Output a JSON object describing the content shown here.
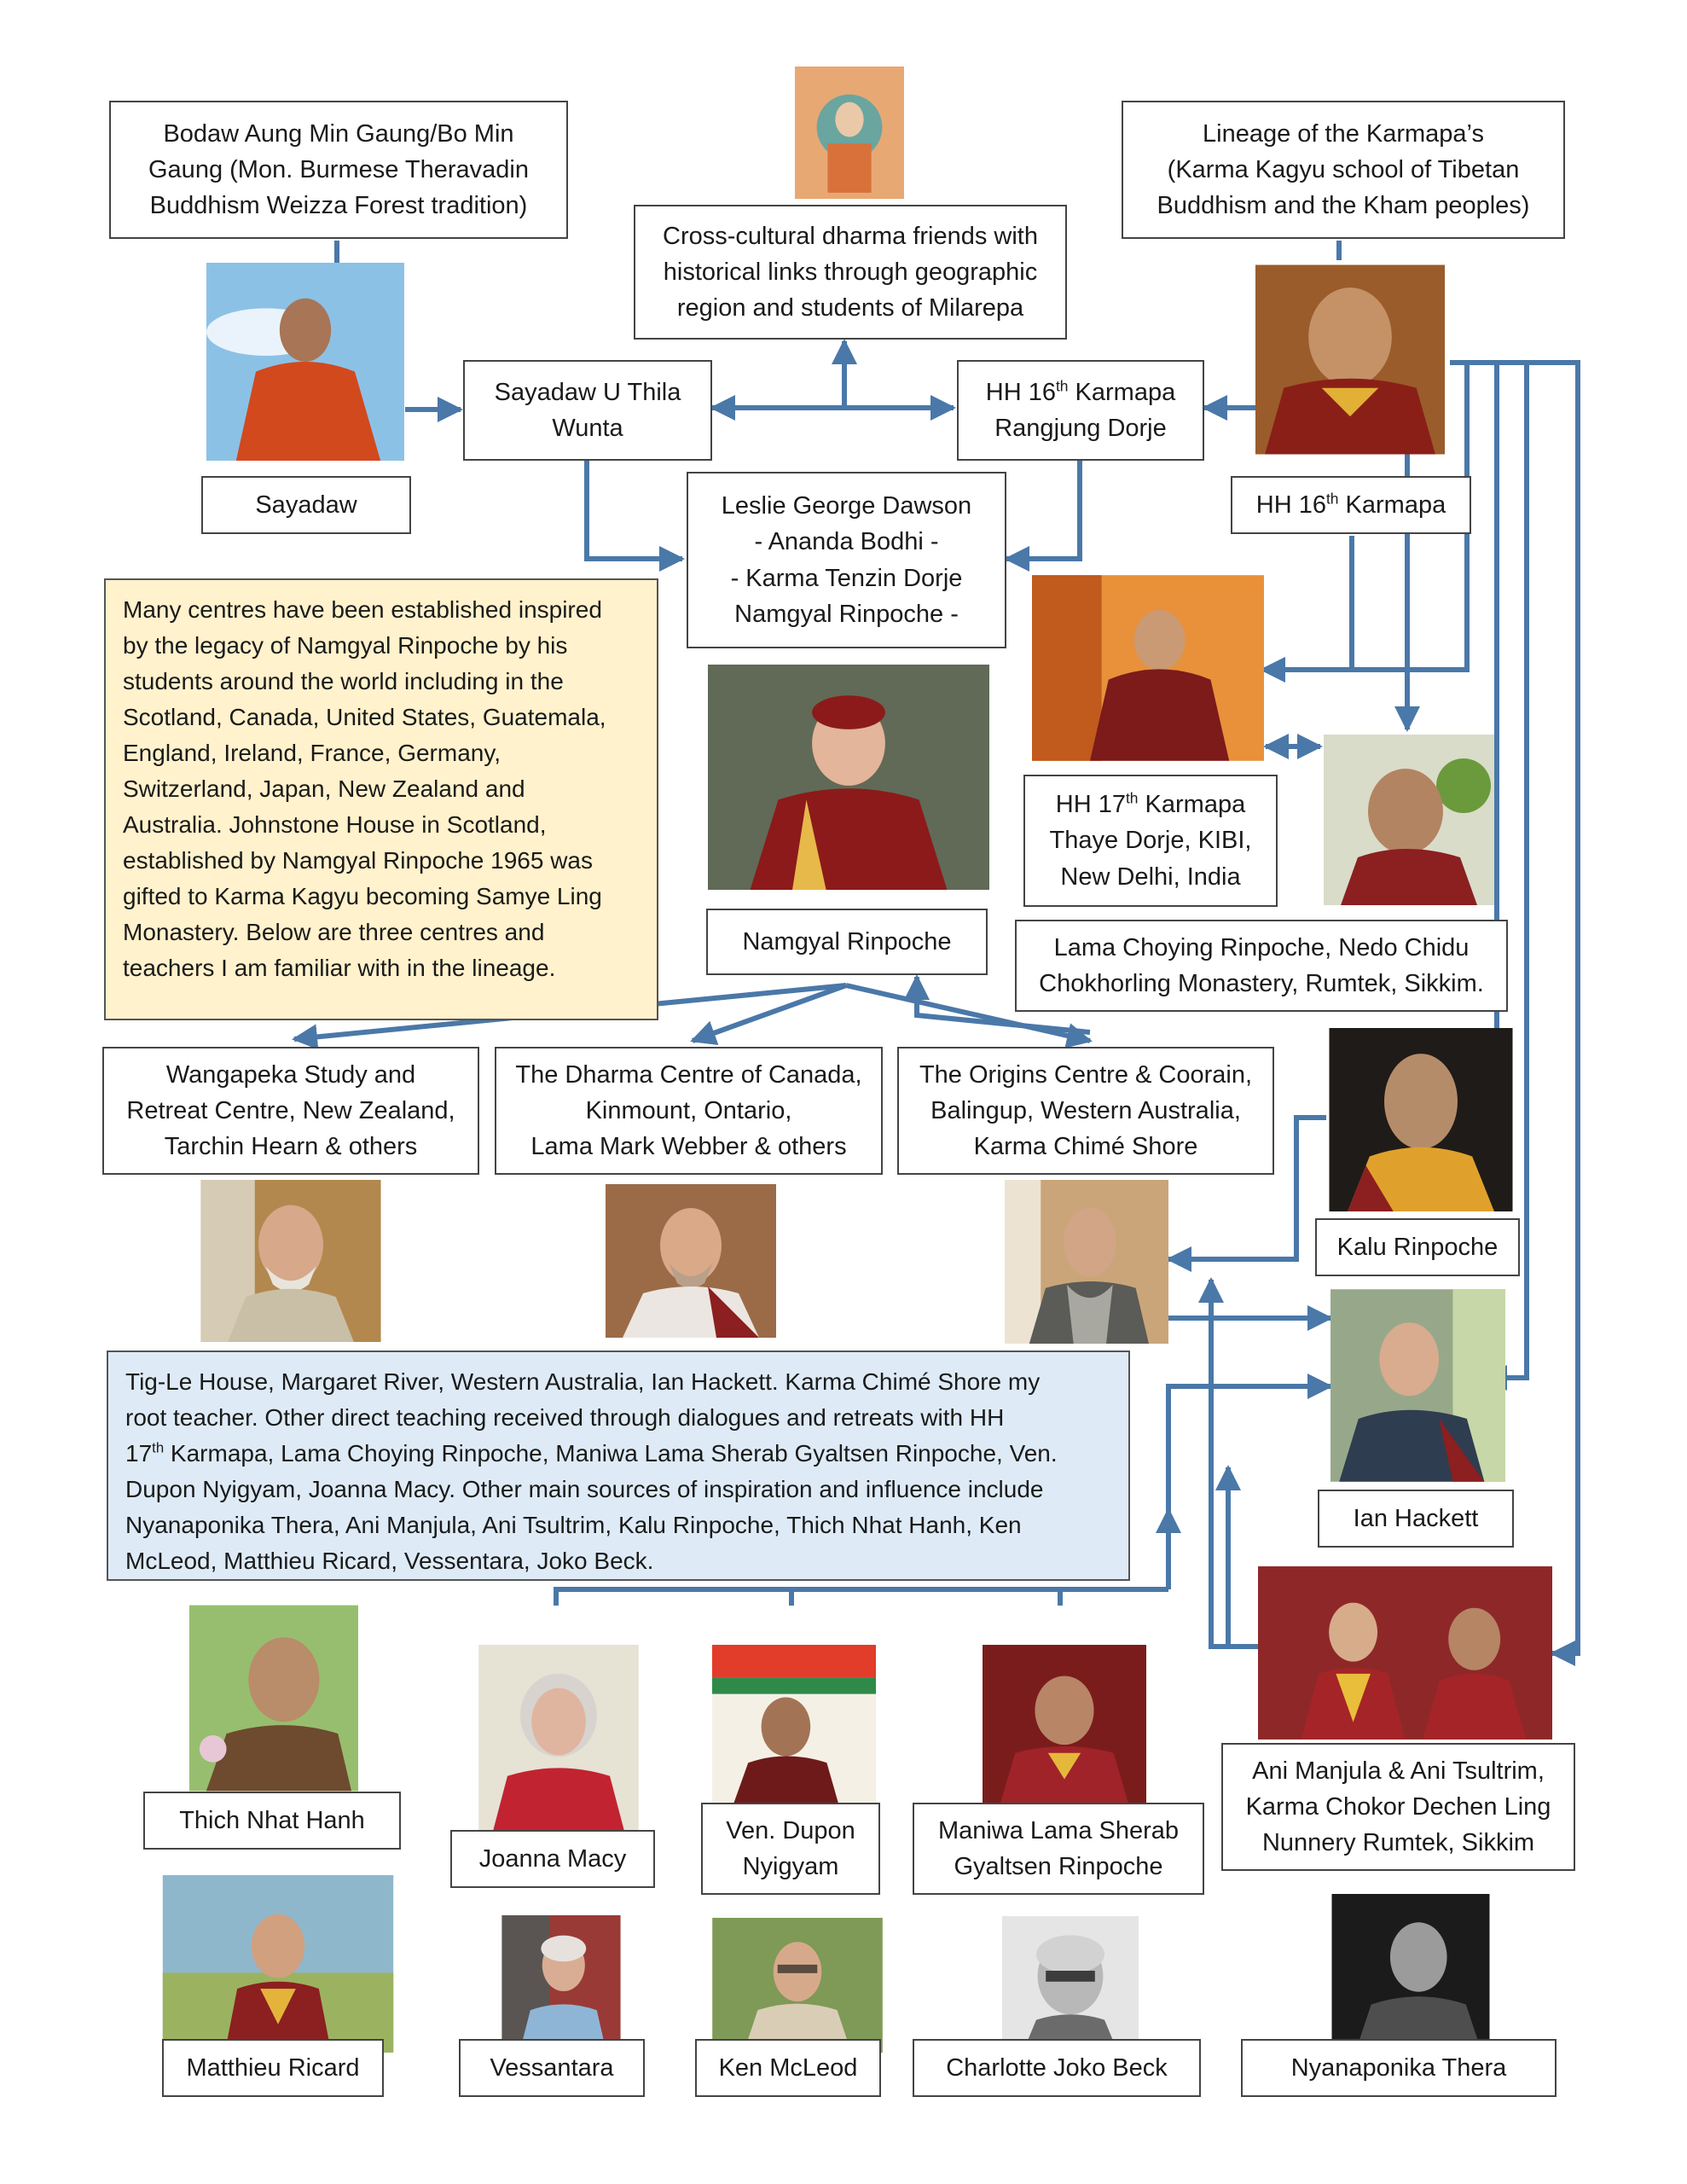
{
  "nodes": {
    "bodaw": [
      "Bodaw Aung Min Gaung/Bo Min",
      "Gaung (Mon. Burmese Theravadin",
      "Buddhism Weizza Forest tradition)"
    ],
    "cross_cultural": [
      "Cross-cultural dharma friends with",
      "historical links through geographic",
      "region and students of Milarepa"
    ],
    "karmapa_lineage": [
      "Lineage of the Karmapa’s",
      "(Karma Kagyu school of Tibetan",
      "Buddhism and the Kham peoples)"
    ],
    "sayadaw_u_thila": [
      "Sayadaw U Thila",
      "Wunta"
    ],
    "hh16_name": {
      "pre": "HH 16",
      "sup": "th",
      "post": " Karmapa",
      "line2": "Rangjung Dorje"
    },
    "sayadaw": "Sayadaw",
    "hh16_caption": {
      "pre": "HH 16",
      "sup": "th",
      "post": " Karmapa"
    },
    "leslie": [
      "Leslie George Dawson",
      "- Ananda Bodhi -",
      "- Karma Tenzin Dorje",
      "Namgyal Rinpoche -"
    ],
    "hh17": {
      "pre": "HH 17",
      "sup": "th",
      "post": " Karmapa",
      "line2": "Thaye Dorje, KIBI,",
      "line3": "New Delhi, India"
    },
    "namgyal": "Namgyal Rinpoche",
    "lama_choying": [
      "Lama Choying Rinpoche, Nedo Chidu",
      "Chokhorling Monastery, Rumtek, Sikkim."
    ],
    "wangapeka": [
      "Wangapeka Study and",
      "Retreat Centre, New Zealand,",
      "Tarchin Hearn & others"
    ],
    "dharma_centre": [
      "The Dharma Centre of Canada,",
      "Kinmount, Ontario,",
      "Lama Mark Webber & others"
    ],
    "origins": [
      "The Origins Centre & Coorain,",
      "Balingup, Western Australia,",
      "Karma Chimé Shore"
    ],
    "kalu": "Kalu Rinpoche",
    "ian": "Ian Hackett",
    "thich": "Thich Nhat Hanh",
    "joanna": "Joanna Macy",
    "dupon": [
      "Ven. Dupon",
      "Nyigyam"
    ],
    "maniwa": [
      "Maniwa Lama Sherab",
      "Gyaltsen Rinpoche"
    ],
    "ani": [
      "Ani Manjula & Ani Tsultrim,",
      "Karma Chokor Dechen Ling",
      "Nunnery Rumtek, Sikkim"
    ],
    "matthieu": "Matthieu Ricard",
    "vessantara": "Vessantara",
    "ken": "Ken McLeod",
    "joko": "Charlotte Joko Beck",
    "nyanaponika": "Nyanaponika Thera"
  },
  "notes": {
    "centres": [
      "Many centres have been established inspired",
      "by the legacy of Namgyal Rinpoche by his",
      "students around the world including in the",
      "Scotland, Canada, United States, Guatemala,",
      "England, Ireland, France, Germany,",
      "Switzerland, Japan, New Zealand and",
      "Australia. Johnstone House in Scotland,",
      "established by Namgyal Rinpoche 1965 was",
      "gifted to Karma Kagyu becoming Samye Ling",
      "Monastery. Below are three centres and",
      "teachers I am familiar with in the lineage."
    ],
    "tigle": {
      "l1": "Tig-Le House, Margaret River, Western Australia, Ian Hackett. Karma Chimé Shore my",
      "l2": "root teacher. Other direct teaching received through dialogues and retreats with HH",
      "l3_pre": "17",
      "l3_sup": "th",
      "l3_post": " Karmapa, Lama Choying Rinpoche, Maniwa Lama Sherab Gyaltsen Rinpoche, Ven.",
      "l4": "Dupon Nyigyam, Joanna Macy. Other main sources of inspiration and influence include",
      "l5": "Nyanaponika Thera, Ani Manjula, Ani Tsultrim, Kalu Rinpoche, Thich Nhat Hanh, Ken",
      "l6": "McLeod, Matthieu Ricard, Vessentara, Joko Beck."
    }
  },
  "colors": {
    "arrow": "#4a78a8",
    "note_yellow": "#fff2cc",
    "note_blue": "#deebf7",
    "robe": "#8b1a1a"
  }
}
